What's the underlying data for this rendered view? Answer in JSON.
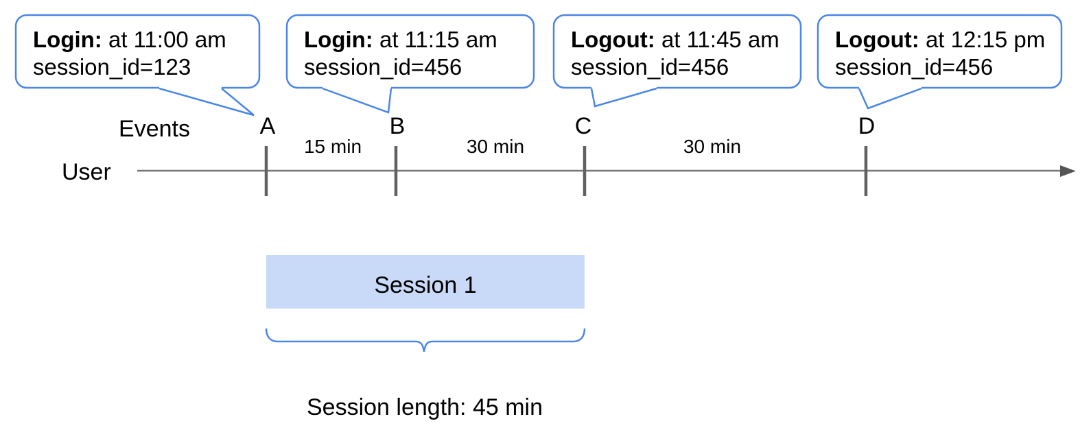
{
  "colors": {
    "accent_blue": "#4a86e8",
    "session_fill": "#c9daf8",
    "line_gray": "#777777",
    "tick_gray": "#616161",
    "arrow_gray": "#555555",
    "text_black": "#000000",
    "bubble_fill": "#ffffff"
  },
  "callouts": [
    {
      "title": "Login:",
      "detail": " at 11:00 am",
      "line2": "session_id=123"
    },
    {
      "title": "Login:",
      "detail": " at 11:15 am",
      "line2": "session_id=456"
    },
    {
      "title": "Logout:",
      "detail": " at 11:45 am",
      "line2": "session_id=456"
    },
    {
      "title": "Logout:",
      "detail": " at 12:15 pm",
      "line2": "session_id=456"
    }
  ],
  "timeline": {
    "events_label": "Events",
    "user_label": "User",
    "markers": [
      {
        "id": "A"
      },
      {
        "id": "B"
      },
      {
        "id": "C"
      },
      {
        "id": "D"
      }
    ],
    "intervals": [
      {
        "label": "15 min"
      },
      {
        "label": "30 min"
      },
      {
        "label": "30 min"
      }
    ]
  },
  "session": {
    "label": "Session 1",
    "length_label": "Session length: 45 min"
  }
}
